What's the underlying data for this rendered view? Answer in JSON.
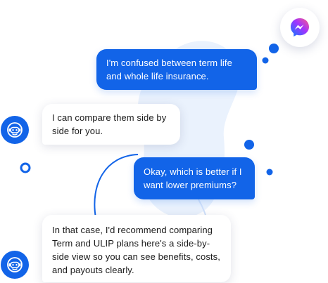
{
  "colors": {
    "accent": "#1264e8",
    "user_bubble": "#1264e8",
    "bot_bubble": "#ffffff",
    "blob": "#eaf2fd"
  },
  "icons": {
    "launcher": "messenger-icon",
    "bot_avatar": "robot-icon"
  },
  "chat": {
    "messages": [
      {
        "sender": "user",
        "text": "I'm confused between term life and whole life insurance."
      },
      {
        "sender": "bot",
        "text": "I can compare them side by side for you."
      },
      {
        "sender": "user",
        "text": "Okay, which is better if I want lower premiums?"
      },
      {
        "sender": "bot",
        "text": "In that case, I'd recommend comparing Term and ULIP plans here's a side-by-side view so you can see benefits, costs, and payouts clearly."
      }
    ]
  }
}
